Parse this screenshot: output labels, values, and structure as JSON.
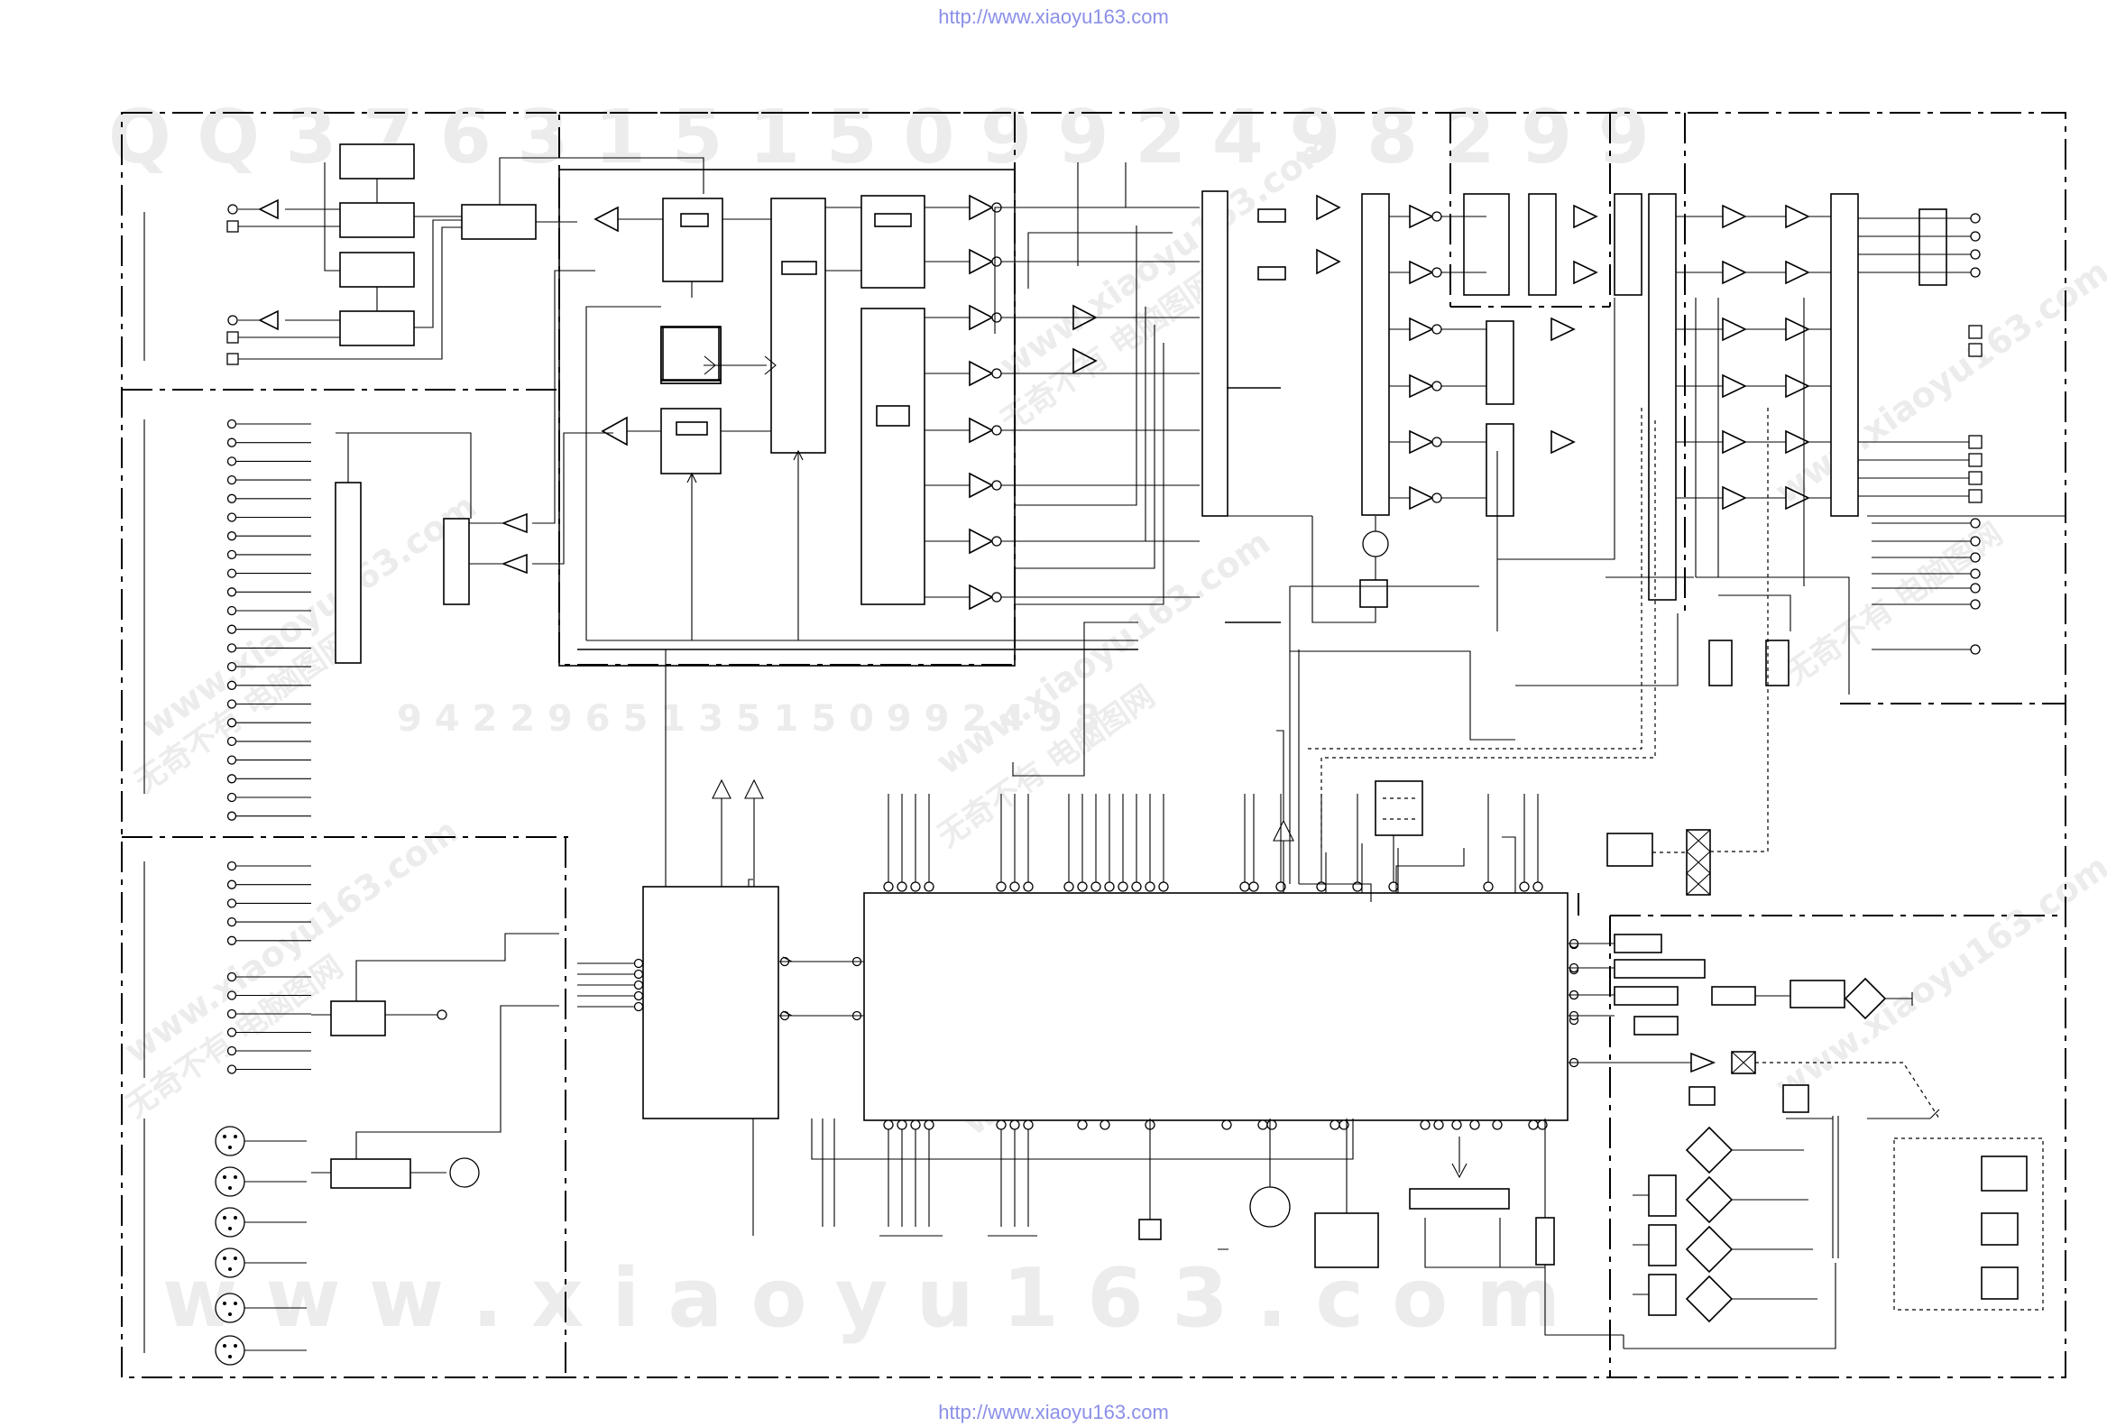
{
  "header": {
    "url": "http://www.xiaoyu163.com"
  },
  "footer": {
    "url": "http://www.xiaoyu163.com"
  },
  "watermarks": {
    "qq_line": "Q Q 3 7 6 3 1 5 1 5 0 9 9 2 4 9 8 2 9 9",
    "mid_line": "9 4 2 2 9 6 5 1 3 5 1 5 0 9 9 2 4 9 8",
    "site_line": "w w w . x i a o y u 1 6 3 . c o m",
    "diag_site": "www.xiaoyu163.com",
    "diag_cn": "无奇不有 电脑图网"
  }
}
